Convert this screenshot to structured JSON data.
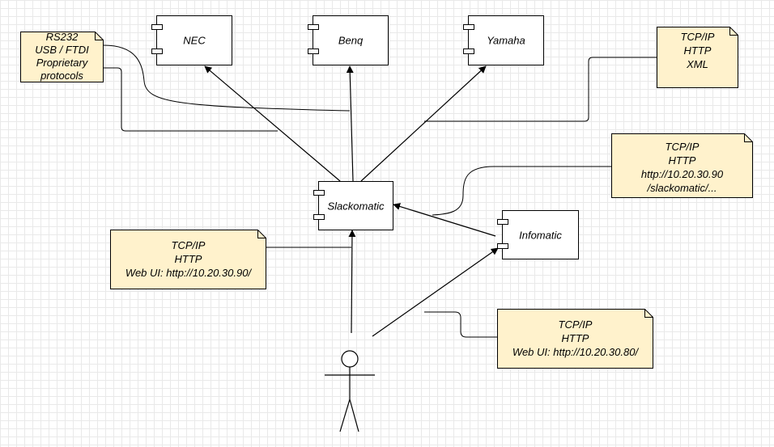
{
  "components": {
    "nec": "NEC",
    "benq": "Benq",
    "yamaha": "Yamaha",
    "slackomatic": "Slackomatic",
    "infomatic": "Infomatic"
  },
  "notes": {
    "serial": [
      "RS232",
      "USB / FTDI",
      "Proprietary",
      "protocols"
    ],
    "xml": [
      "TCP/IP",
      "HTTP",
      "XML"
    ],
    "slack_api": [
      "TCP/IP",
      "HTTP",
      "http://10.20.30.90",
      "/slackomatic/..."
    ],
    "slack_web": [
      "TCP/IP",
      "HTTP",
      "Web UI: http://10.20.30.90/"
    ],
    "info_web": [
      "TCP/IP",
      "HTTP",
      "Web UI: http://10.20.30.80/"
    ]
  },
  "colors": {
    "note_fill": "#fff2cc",
    "grid": "#e9e9e9",
    "line": "#000000"
  }
}
